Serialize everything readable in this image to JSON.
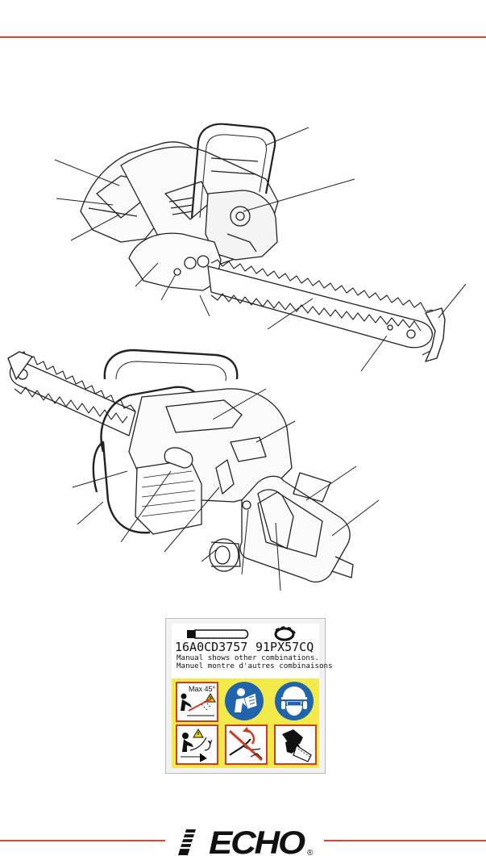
{
  "label": {
    "bar_part_number": "16A0CD3757",
    "chain_part_number": "91PX57CQ",
    "note_en": "Manual shows other combinations.",
    "note_fr": "Manuel montre d'autres combinaisons",
    "max_angle": "Max 45°"
  },
  "brand": {
    "logo_text": "ECHO",
    "registered": "®"
  },
  "colors": {
    "accent": "#e8412c",
    "label_yellow": "#f2e94a",
    "safety_blue": "#1f64ad",
    "warning_red": "#d23a24"
  },
  "icons": [
    "guide-bar-icon",
    "saw-chain-icon",
    "warning-icon",
    "read-manual-icon",
    "protective-gear-icon",
    "kickback-icon",
    "no-kickback-icon",
    "hand-protection-icon"
  ]
}
